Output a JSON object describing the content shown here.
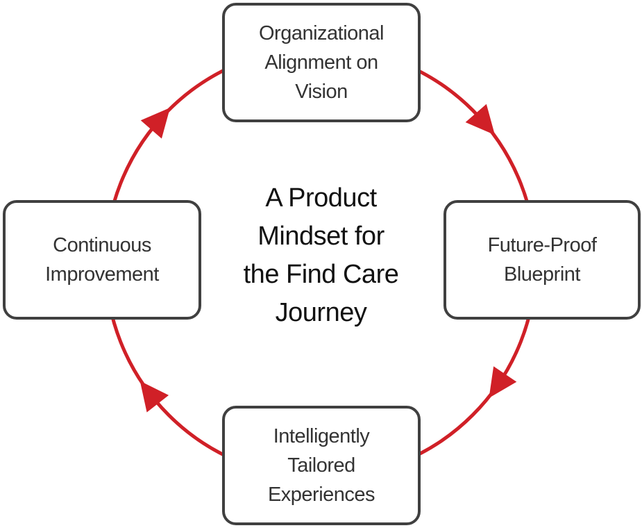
{
  "center_title": "A Product\nMindset for\nthe Find Care\nJourney",
  "stages": [
    {
      "label": "Organizational\nAlignment on\nVision"
    },
    {
      "label": "Future-Proof\nBlueprint"
    },
    {
      "label": "Intelligently\nTailored\nExperiences"
    },
    {
      "label": "Continuous\nImprovement"
    }
  ],
  "colors": {
    "cycle": "#d02027",
    "box_border": "#404040",
    "text": "#333333"
  },
  "flow_direction": "clockwise"
}
